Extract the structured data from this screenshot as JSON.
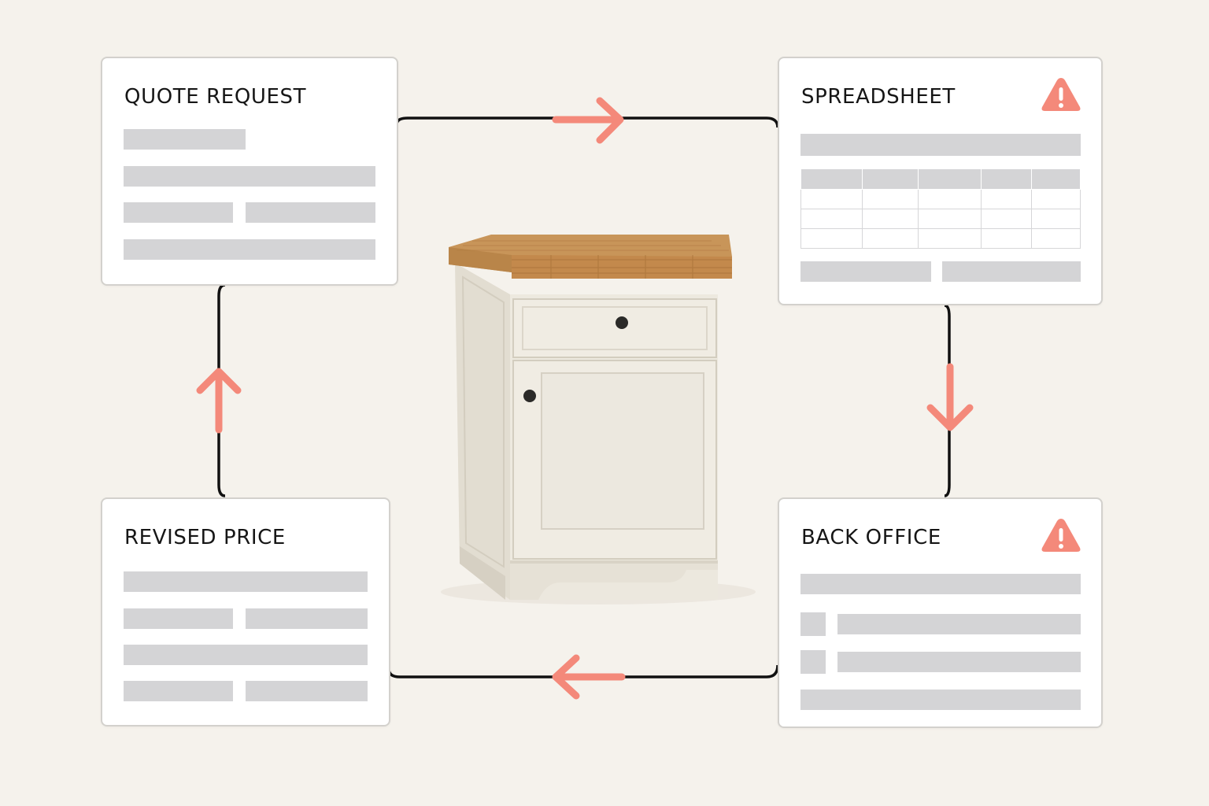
{
  "cards": {
    "quote_request": {
      "title": "QUOTE REQUEST"
    },
    "spreadsheet": {
      "title": "SPREADSHEET",
      "warning_icon": "warning-triangle-icon"
    },
    "back_office": {
      "title": "BACK OFFICE",
      "warning_icon": "warning-triangle-icon"
    },
    "revised_price": {
      "title": "REVISED PRICE"
    }
  },
  "center_image": "cabinet-illustration",
  "colors": {
    "background": "#f5f2ec",
    "arrow": "#f4897a",
    "connector": "#111111",
    "placeholder": "#d4d4d6",
    "warning": "#f4897a"
  },
  "flow": [
    "QUOTE REQUEST",
    "SPREADSHEET",
    "BACK OFFICE",
    "REVISED PRICE"
  ]
}
